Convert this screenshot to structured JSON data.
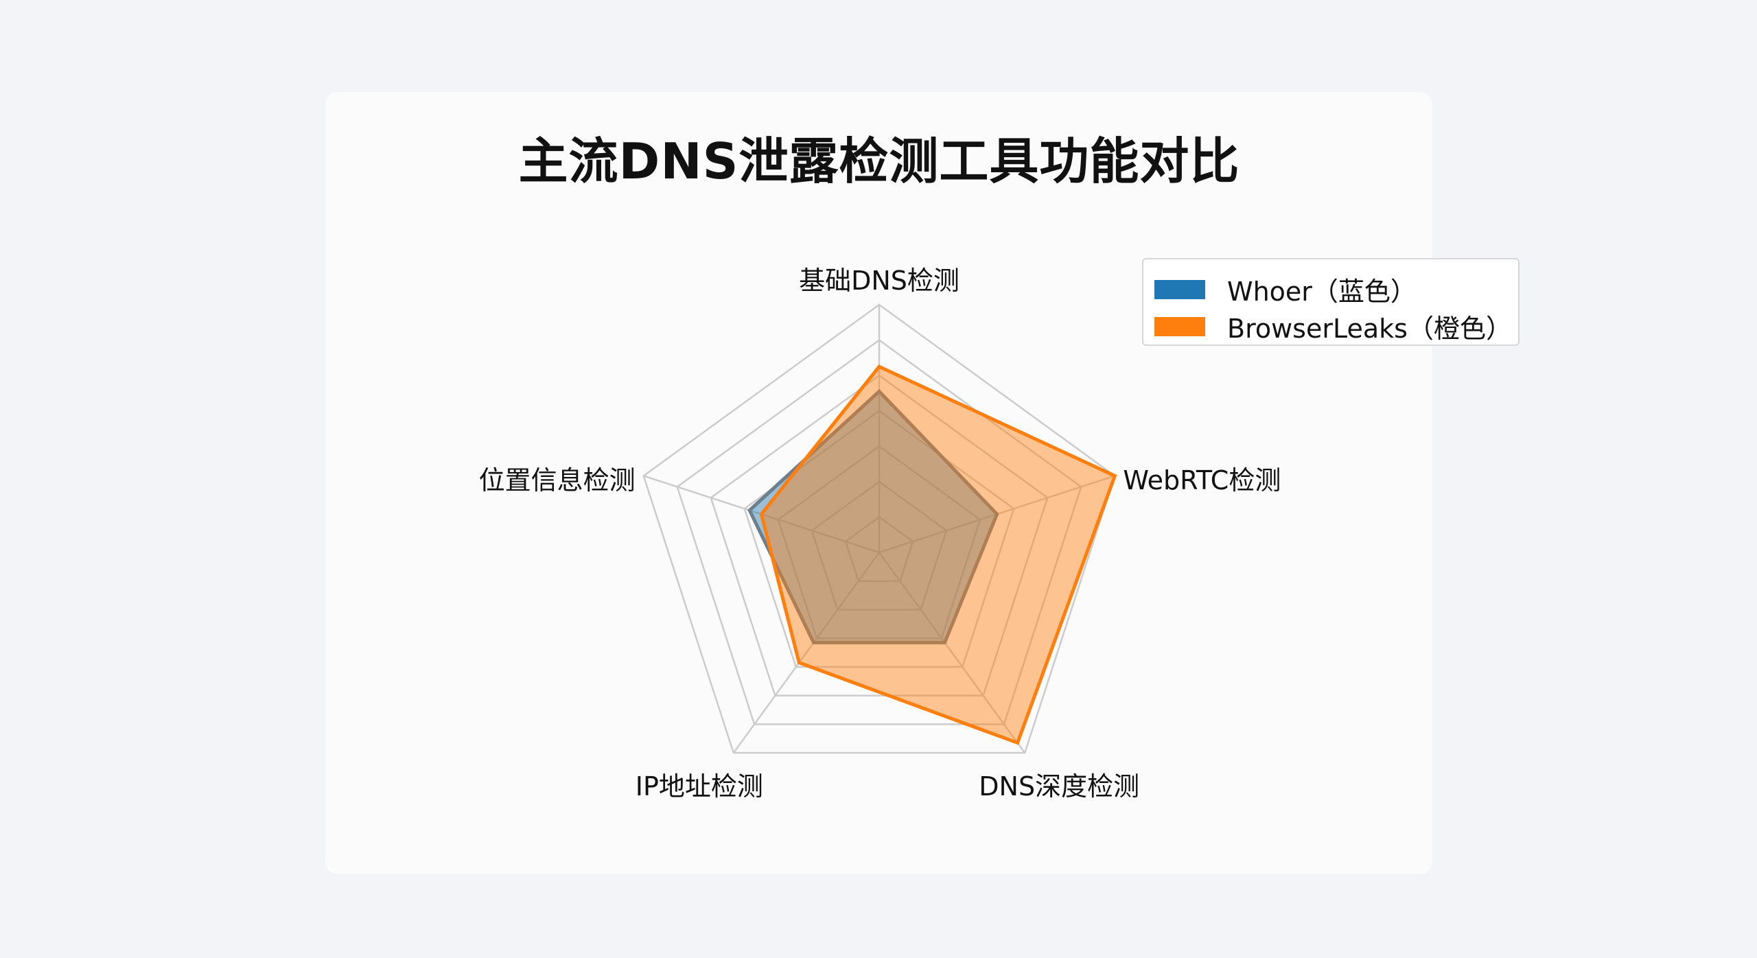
{
  "chart_data": {
    "type": "radar",
    "title": "主流DNS泄露检测工具功能对比",
    "categories": [
      "基础DNS检测",
      "WebRTC检测",
      "DNS深度检测",
      "IP地址检测",
      "位置信息检测"
    ],
    "rlim": [
      0,
      10
    ],
    "grid_levels": 7,
    "grid": true,
    "legend_placement": "top-right",
    "series": [
      {
        "name": "Whoer（蓝色）",
        "values": [
          6.5,
          5,
          4.5,
          4.5,
          5.5
        ],
        "color": "#1f77b4"
      },
      {
        "name": "BrowserLeaks（橙色）",
        "values": [
          7.5,
          10,
          9.5,
          5.5,
          5
        ],
        "color": "#ff7f0e"
      }
    ]
  }
}
